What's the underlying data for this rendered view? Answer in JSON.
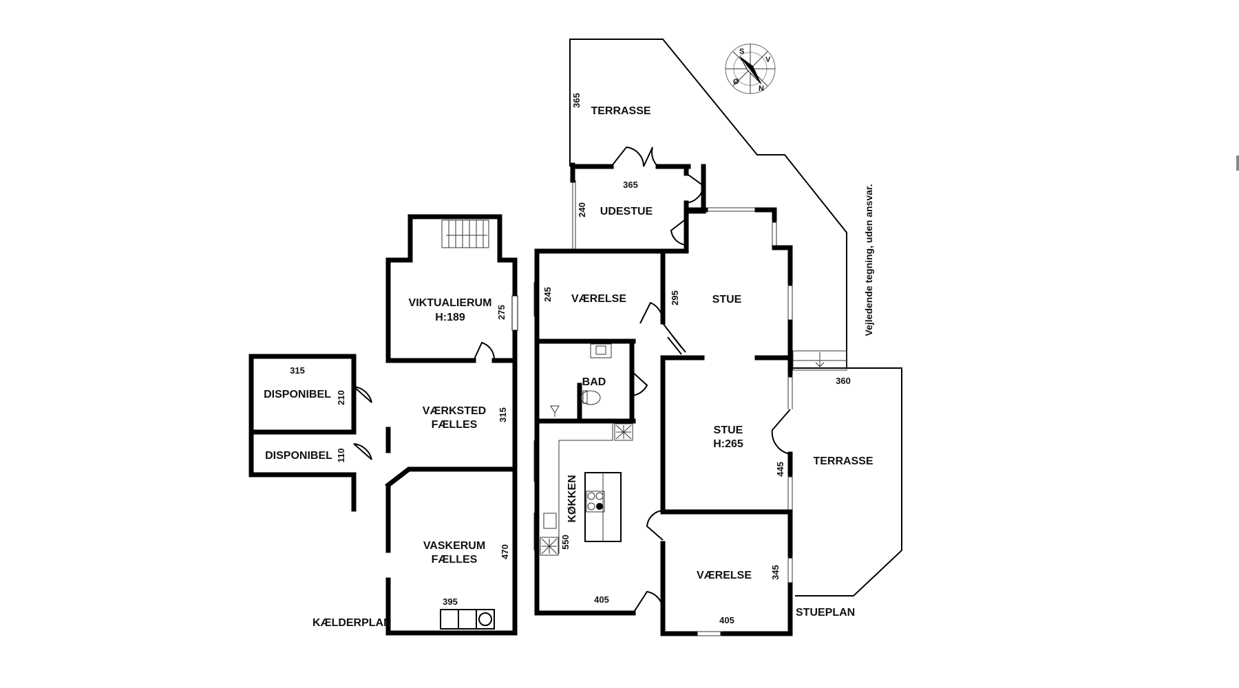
{
  "note": "Vejledende tegning, uden ansvar.",
  "compass": {
    "letters": [
      "S",
      "V",
      "N",
      "Ø"
    ]
  },
  "plans": {
    "kaelder": "KÆLDERPLAN",
    "stue": "STUEPLAN"
  },
  "rooms": {
    "disponibel1": "DISPONIBEL",
    "disponibel2": "DISPONIBEL",
    "viktualierum": "VIKTUALIERUM",
    "viktualierum_h": "H:189",
    "vaerksted": "VÆRKSTED",
    "vaerksted_2": "FÆLLES",
    "vaskerum": "VASKERUM",
    "vaskerum_2": "FÆLLES",
    "terrasse_top": "TERRASSE",
    "udestue": "UDESTUE",
    "vaerelse_top": "VÆRELSE",
    "stue_top": "STUE",
    "bad": "BAD",
    "stue_mid": "STUE",
    "stue_mid_h": "H:265",
    "kokken": "KØKKEN",
    "terrasse_right": "TERRASSE",
    "vaerelse_bottom": "VÆRELSE"
  },
  "dims": {
    "disp1_w": "315",
    "disp1_h": "210",
    "disp2_h": "110",
    "vikt_h": "275",
    "vaerk_h": "315",
    "vask_h": "470",
    "vask_w": "395",
    "terr_top_h": "365",
    "udestue_w": "365",
    "udestue_h": "240",
    "vaer_top_h": "245",
    "stue_top_h": "295",
    "terr_right_w": "360",
    "stue_mid_h": "445",
    "kokken_h": "550",
    "kokken_w": "405",
    "vaer_bot_w": "405",
    "vaer_bot_h": "345"
  }
}
